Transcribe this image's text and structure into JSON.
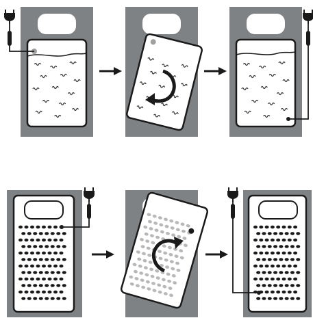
{
  "diagram": {
    "colors": {
      "panel_gray": "#7f8285",
      "card_fill": "#ffffff",
      "outline": "#1a1a1a",
      "cable": "#1a1a1a",
      "hole_dark": "#1a1a1a",
      "hole_faded": "#b8b8b8",
      "fold_line": "#3a3a3a",
      "dot_faded": "#a0a0a0",
      "arrow": "#1a1a1a"
    },
    "rows": [
      {
        "name": "top-row",
        "steps": [
          {
            "card": "wavy-line-card",
            "state": "start",
            "cable_side": "left"
          },
          {
            "card": "wavy-line-card",
            "state": "rotating",
            "rotation": "clockwise"
          },
          {
            "card": "wavy-line-card",
            "state": "flipped",
            "cable_side": "right"
          }
        ]
      },
      {
        "name": "bottom-row",
        "steps": [
          {
            "card": "perforated-card",
            "state": "start",
            "cable_side": "right"
          },
          {
            "card": "perforated-card",
            "state": "rotating",
            "rotation": "counterclockwise"
          },
          {
            "card": "perforated-card",
            "state": "flipped",
            "cable_side": "left"
          }
        ]
      }
    ],
    "icons": [
      "plug-icon",
      "right-arrow-icon",
      "rotate-arrow-icon"
    ]
  }
}
